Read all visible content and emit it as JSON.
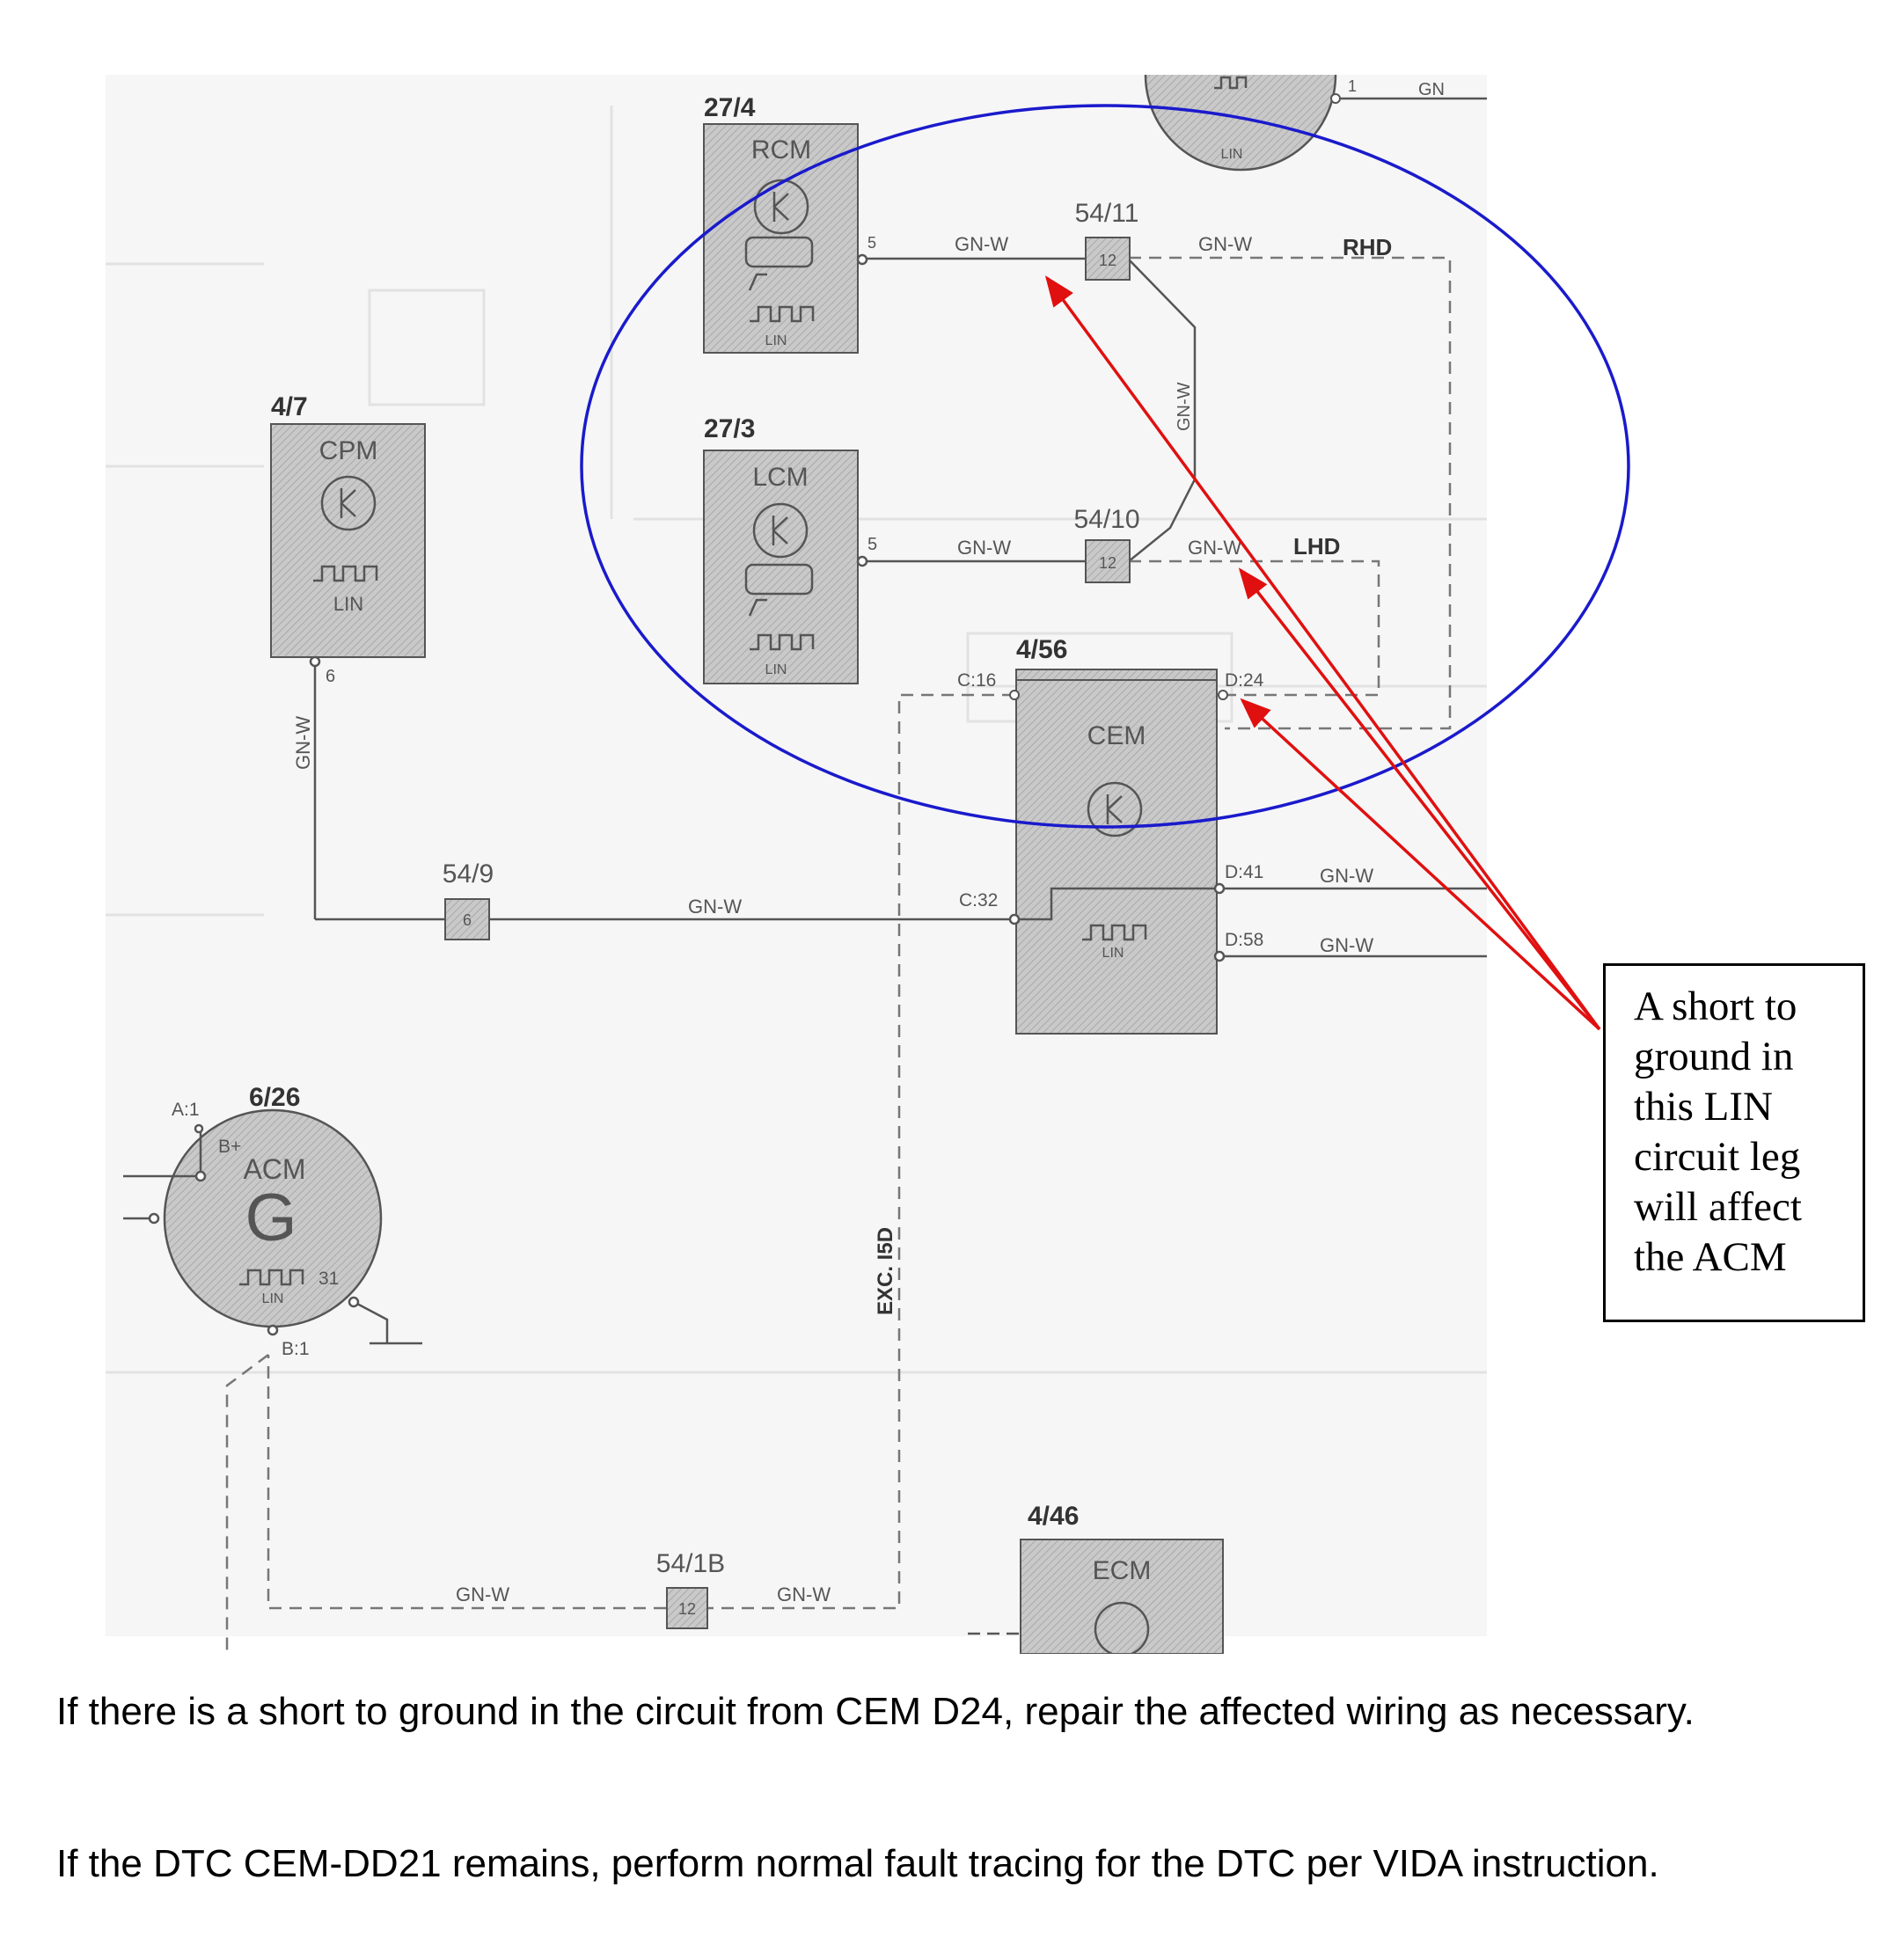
{
  "diagram": {
    "modules": {
      "rcm": {
        "id": "27/4",
        "name": "RCM",
        "bus": "LIN"
      },
      "lcm": {
        "id": "27/3",
        "name": "LCM",
        "bus": "LIN"
      },
      "cpm": {
        "id": "4/7",
        "name": "CPM",
        "bus": "LIN"
      },
      "cem": {
        "id": "4/56",
        "name": "CEM",
        "bus": "LIN"
      },
      "acm": {
        "id": "6/26",
        "name": "ACM",
        "symbol": "G",
        "bus": "LIN"
      },
      "ecm": {
        "id": "4/46",
        "name": "ECM"
      },
      "top": {
        "bus": "LIN"
      }
    },
    "pins": {
      "rcm_5": "5",
      "lcm_5": "5",
      "cpm_6": "6",
      "cem_c16": "C:16",
      "cem_d24": "D:24",
      "cem_c32": "C:32",
      "cem_d41": "D:41",
      "cem_d58": "D:58",
      "acm_a1": "A:1",
      "acm_bplus": "B+",
      "acm_31": "31",
      "acm_b1": "B:1",
      "top_1": "1"
    },
    "connectors": {
      "c5411": {
        "id": "54/11",
        "pin": "12"
      },
      "c5410": {
        "id": "54/10",
        "pin": "12"
      },
      "c549": {
        "id": "54/9",
        "pin": "6"
      },
      "c5418": {
        "id": "54/1B",
        "pin": "12"
      }
    },
    "wires": {
      "gnw": "GN-W",
      "gn": "GN",
      "gnw_v": "GN-W"
    },
    "labels": {
      "rhd": "RHD",
      "lhd": "LHD",
      "exc": "EXC. I5D"
    }
  },
  "callout": {
    "lines": [
      "A short to",
      "ground in",
      "this LIN",
      "circuit leg",
      "will affect",
      "the ACM"
    ]
  },
  "text": {
    "para1": "If there is a short to ground in the circuit from CEM D24, repair the affected wiring as necessary.",
    "para2": "If the DTC CEM-DD21 remains, perform normal fault tracing for the DTC per VIDA instruction."
  },
  "colors": {
    "ellipse": "#1a1acc",
    "arrow": "#e01010",
    "module_fill": "#c4c4c4",
    "wire": "#555555"
  }
}
